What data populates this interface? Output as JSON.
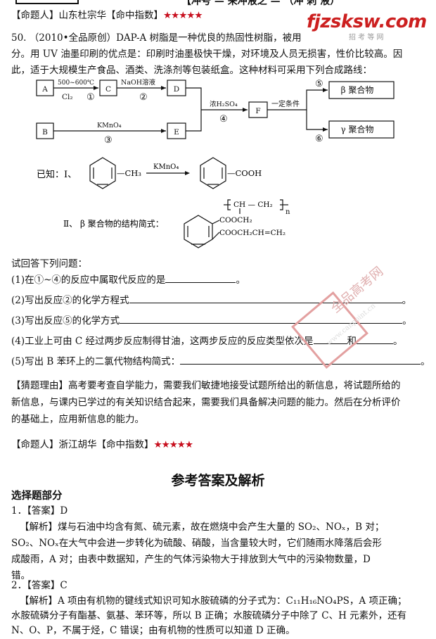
{
  "header": {
    "title": "【冲号 — 来冲液之 — （冲 刺 液）"
  },
  "logo": {
    "text": "fjzsksw.com",
    "sub": "招 考 等 网"
  },
  "q50": {
    "author_line": "【命题人】山东杜宗华【命中指数】",
    "stars": "★★★★★",
    "intro1": "50.  （2010•全品原创）DAP-A 树脂是一种优良的热固性树脂，被用",
    "intro2": "分。用 UV 油墨印刷的优点是：印刷时油墨极快干燥，对环境及人员无损害，性价比较高。因",
    "intro3": "此，适于大规模生产食品、酒类、洗涤剂等包装纸盒。这种材料可采用下列合成路线：",
    "scheme": {
      "A": "A",
      "B": "B",
      "C": "C",
      "D": "D",
      "E": "E",
      "F": "F",
      "cond_AC_top": "500~600℃",
      "cond_AC_bottom": "Cl₂",
      "n1": "①",
      "cond_CD_top": "NaOH溶液",
      "n2": "②",
      "cond_BE_top": "KMnO₄",
      "n3": "③",
      "cond_F_top": "浓H₂SO₄",
      "n4": "④",
      "cond_F_other": "一定条件",
      "n5": "⑤",
      "n6": "⑥",
      "beta": "β 聚合物",
      "gamma": "γ 聚合物"
    },
    "known1_label": "已知：Ⅰ、",
    "known1_ch3": "—CH₃",
    "known1_reagent": "KMnO₄",
    "known1_cooh": "—COOH",
    "known2_label": "Ⅱ、  β 聚合物的结构简式：",
    "chain": "CH — CH₂",
    "n": "n",
    "ester1": "COOCH₂",
    "ester2": "COOCH₂CH=CH₂",
    "prompt": "试回答下列问题：",
    "q1": "(1)在①~④的反应中属取代反应的是",
    "q2": "(2)写出反应②的化学方程式",
    "q3": "(3)写出反应⑤的化学方式",
    "q4a": "(4)工业上可由 C 经过两步反应制得甘油，这两步反应的反应类型依次是",
    "q4b": "和",
    "q5": "(5)写出 B 苯环上的二氯代物结构简式：",
    "reason1": "【猜题理由】高考要考查自学能力，需要我们敏捷地接受试题所给出的新信息，将试题所给的",
    "reason2": "新信息，与课内已学过的有关知识结合起来，需要我们具备解决问题的能力。然后在分析评价",
    "reason3": "的基础上，应用新信息的能力。"
  },
  "author2": {
    "line": "【命题人】浙江胡华【命中指数】",
    "stars": "★★★★★"
  },
  "answers": {
    "title": "参考答案及解析",
    "section": "选择题部分",
    "a1_head": "1．【答案】D",
    "a1_l1": "【解析】煤与石油中均含有氮、硫元素，故在燃烧中会产生大量的 SO₂、NOₓ，B 对；",
    "a1_l2": "SO₂、NOₓ在大气中会进一步转化为硫酸、硝酸，当含量较大时，它们随雨水降落后会形",
    "a1_l3": "成酸雨，A 对；由表中数据知，产生的气体污染物大于排放到大气中的污染物数量，D",
    "a1_l4": "错。",
    "a2_head": "2．【答案】C",
    "a2_l1": "【解析】A 项由有机物的键线式知识可知水胺硫磷的分子式为：C₁₁H₁₆NO₄PS，A 项正确；",
    "a2_l2": "水胺硫磷分子有酯基、氨基、苯环等，所以 B 正确；水胺硫磷分子中除了 C、H 元素外，还有",
    "a2_l3": "N、O、P，不属于烃，C 错误；由有机物的性质可以知道 D 正确。"
  },
  "watermark": {
    "seal": "全品高考网",
    "site": "www.canpoint.cn"
  }
}
